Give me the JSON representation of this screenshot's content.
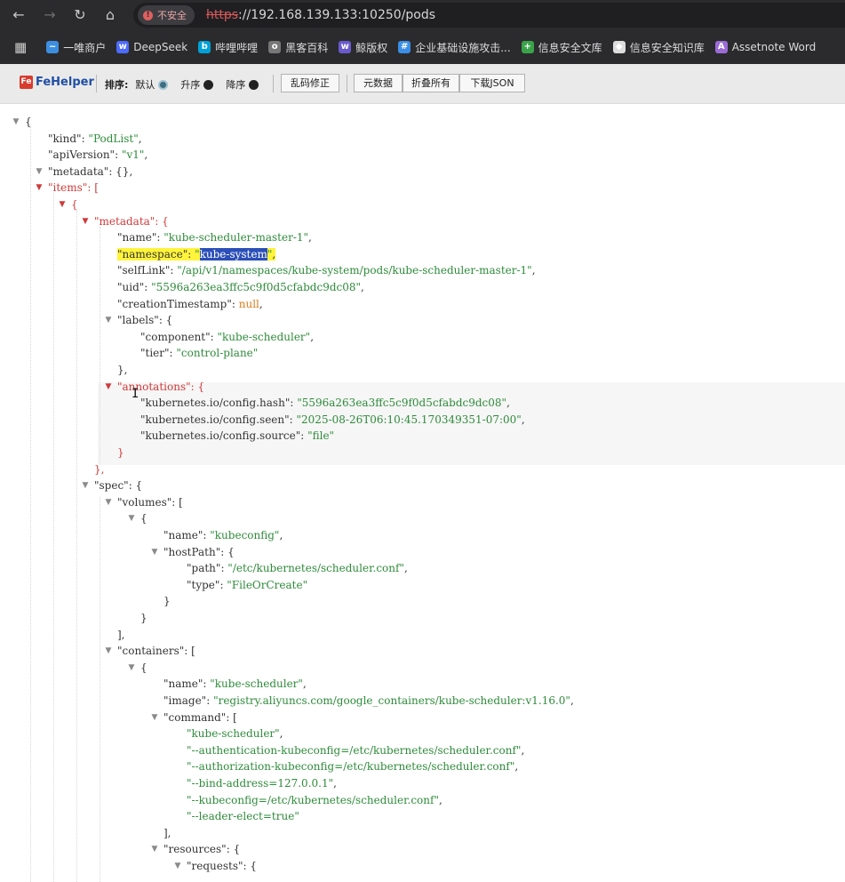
{
  "browser": {
    "url_scheme": "https",
    "url_rest": "://192.168.139.133:10250/pods",
    "security_label": "不安全",
    "bookmarks": [
      {
        "label": "一唯商户",
        "icon": "wave-icon",
        "color": "#3c8fe0"
      },
      {
        "label": "DeepSeek",
        "icon": "whale-icon",
        "color": "#4d6bfe"
      },
      {
        "label": "哔哩哔哩",
        "icon": "tv-icon",
        "color": "#00a1d6"
      },
      {
        "label": "黑客百科",
        "icon": "globe-icon",
        "color": "#777777"
      },
      {
        "label": "鲸版权",
        "icon": "whale-icon",
        "color": "#6a5acd"
      },
      {
        "label": "企业基础设施攻击...",
        "icon": "cube-icon",
        "color": "#3a8ee6"
      },
      {
        "label": "信息安全文库",
        "icon": "shield-icon",
        "color": "#3aa34a"
      },
      {
        "label": "信息安全知识库",
        "icon": "diamond-icon",
        "color": "#dddddd"
      },
      {
        "label": "Assetnote Word",
        "icon": "triangle-icon",
        "color": "#9b6bd6"
      }
    ]
  },
  "toolbar": {
    "logo_text": "FeHelper",
    "sort_label": "排序:",
    "sort_options": [
      {
        "label": "默认",
        "selected": true
      },
      {
        "label": "升序",
        "selected": false
      },
      {
        "label": "降序",
        "selected": false
      }
    ],
    "buttons": {
      "fix_encoding": "乱码修正",
      "metadata": "元数据",
      "collapse_all": "折叠所有",
      "download_json": "下载JSON"
    }
  },
  "json_lines": [
    {
      "toggle": "open",
      "red": false,
      "parts": [
        {
          "t": "pun",
          "v": "{"
        }
      ]
    },
    {
      "parts": [
        {
          "t": "key",
          "v": "\"kind\""
        },
        {
          "t": "pun",
          "v": ": "
        },
        {
          "t": "str",
          "v": "\"PodList\""
        },
        {
          "t": "pun",
          "v": ","
        }
      ]
    },
    {
      "parts": [
        {
          "t": "key",
          "v": "\"apiVersion\""
        },
        {
          "t": "pun",
          "v": ": "
        },
        {
          "t": "str",
          "v": "\"v1\""
        },
        {
          "t": "pun",
          "v": ","
        }
      ]
    },
    {
      "toggle": "open",
      "red": false,
      "parts": [
        {
          "t": "key",
          "v": "\"metadata\""
        },
        {
          "t": "pun",
          "v": ": {},"
        }
      ]
    },
    {
      "toggle": "open",
      "red": true,
      "parts": [
        {
          "t": "key",
          "v": "\"items\""
        },
        {
          "t": "pun",
          "v": ": ["
        }
      ]
    },
    {
      "toggle": "open",
      "red": true,
      "parts": [
        {
          "t": "pun",
          "v": "{"
        }
      ]
    },
    {
      "toggle": "open",
      "red": true,
      "parts": [
        {
          "t": "key",
          "v": "\"metadata\""
        },
        {
          "t": "pun",
          "v": ": {"
        }
      ]
    },
    {
      "parts": [
        {
          "t": "key",
          "v": "\"name\""
        },
        {
          "t": "pun",
          "v": ": "
        },
        {
          "t": "str",
          "v": "\"kube-scheduler-master-1\""
        },
        {
          "t": "pun",
          "v": ","
        }
      ]
    },
    {
      "parts": [
        {
          "t": "key",
          "v": "\"namespace\"",
          "hl": "yellow"
        },
        {
          "t": "pun",
          "v": ": ",
          "hl": "yellow"
        },
        {
          "t": "str",
          "v": "\"",
          "hl": "yellow"
        },
        {
          "t": "str",
          "v": "kube-system",
          "hl": "sel"
        },
        {
          "t": "str",
          "v": "\"",
          "hl": "yellow"
        },
        {
          "t": "pun",
          "v": ",",
          "hl": "yellow"
        }
      ]
    },
    {
      "parts": [
        {
          "t": "key",
          "v": "\"selfLink\""
        },
        {
          "t": "pun",
          "v": ": "
        },
        {
          "t": "str",
          "v": "\"/api/v1/namespaces/kube-system/pods/kube-scheduler-master-1\""
        },
        {
          "t": "pun",
          "v": ","
        }
      ]
    },
    {
      "parts": [
        {
          "t": "key",
          "v": "\"uid\""
        },
        {
          "t": "pun",
          "v": ": "
        },
        {
          "t": "str",
          "v": "\"5596a263ea3ffc5c9f0d5cfabdc9dc08\""
        },
        {
          "t": "pun",
          "v": ","
        }
      ]
    },
    {
      "parts": [
        {
          "t": "key",
          "v": "\"creationTimestamp\""
        },
        {
          "t": "pun",
          "v": ": "
        },
        {
          "t": "nul",
          "v": "null"
        },
        {
          "t": "pun",
          "v": ","
        }
      ]
    },
    {
      "toggle": "open",
      "red": false,
      "parts": [
        {
          "t": "key",
          "v": "\"labels\""
        },
        {
          "t": "pun",
          "v": ": {"
        }
      ]
    },
    {
      "parts": [
        {
          "t": "key",
          "v": "\"component\""
        },
        {
          "t": "pun",
          "v": ": "
        },
        {
          "t": "str",
          "v": "\"kube-scheduler\""
        },
        {
          "t": "pun",
          "v": ","
        }
      ]
    },
    {
      "parts": [
        {
          "t": "key",
          "v": "\"tier\""
        },
        {
          "t": "pun",
          "v": ": "
        },
        {
          "t": "str",
          "v": "\"control-plane\""
        }
      ]
    },
    {
      "parts": [
        {
          "t": "pun",
          "v": "},"
        }
      ]
    },
    {
      "toggle": "open",
      "red": true,
      "parts": [
        {
          "t": "key",
          "v": "\"annotations\"",
          "red": true
        },
        {
          "t": "pun",
          "v": ": {",
          "red": true
        }
      ]
    },
    {
      "parts": [
        {
          "t": "key",
          "v": "\"kubernetes.io/config.hash\""
        },
        {
          "t": "pun",
          "v": ": "
        },
        {
          "t": "str",
          "v": "\"5596a263ea3ffc5c9f0d5cfabdc9dc08\""
        },
        {
          "t": "pun",
          "v": ","
        }
      ]
    },
    {
      "parts": [
        {
          "t": "key",
          "v": "\"kubernetes.io/config.seen\""
        },
        {
          "t": "pun",
          "v": ": "
        },
        {
          "t": "str",
          "v": "\"2025-08-26T06:10:45.170349351-07:00\""
        },
        {
          "t": "pun",
          "v": ","
        }
      ]
    },
    {
      "parts": [
        {
          "t": "key",
          "v": "\"kubernetes.io/config.source\""
        },
        {
          "t": "pun",
          "v": ": "
        },
        {
          "t": "str",
          "v": "\"file\""
        }
      ]
    },
    {
      "parts": [
        {
          "t": "pun",
          "v": "}",
          "red": true
        }
      ]
    },
    {
      "parts": [
        {
          "t": "pun",
          "v": "},",
          "red": true
        }
      ]
    },
    {
      "toggle": "open",
      "red": false,
      "parts": [
        {
          "t": "key",
          "v": "\"spec\""
        },
        {
          "t": "pun",
          "v": ": {"
        }
      ]
    },
    {
      "toggle": "open",
      "red": false,
      "parts": [
        {
          "t": "key",
          "v": "\"volumes\""
        },
        {
          "t": "pun",
          "v": ": ["
        }
      ]
    },
    {
      "toggle": "open",
      "red": false,
      "parts": [
        {
          "t": "pun",
          "v": "{"
        }
      ]
    },
    {
      "parts": [
        {
          "t": "key",
          "v": "\"name\""
        },
        {
          "t": "pun",
          "v": ": "
        },
        {
          "t": "str",
          "v": "\"kubeconfig\""
        },
        {
          "t": "pun",
          "v": ","
        }
      ]
    },
    {
      "toggle": "open",
      "red": false,
      "parts": [
        {
          "t": "key",
          "v": "\"hostPath\""
        },
        {
          "t": "pun",
          "v": ": {"
        }
      ]
    },
    {
      "parts": [
        {
          "t": "key",
          "v": "\"path\""
        },
        {
          "t": "pun",
          "v": ": "
        },
        {
          "t": "str",
          "v": "\"/etc/kubernetes/scheduler.conf\""
        },
        {
          "t": "pun",
          "v": ","
        }
      ]
    },
    {
      "parts": [
        {
          "t": "key",
          "v": "\"type\""
        },
        {
          "t": "pun",
          "v": ": "
        },
        {
          "t": "str",
          "v": "\"FileOrCreate\""
        }
      ]
    },
    {
      "parts": [
        {
          "t": "pun",
          "v": "}"
        }
      ]
    },
    {
      "parts": [
        {
          "t": "pun",
          "v": "}"
        }
      ]
    },
    {
      "parts": [
        {
          "t": "pun",
          "v": "],"
        }
      ]
    },
    {
      "toggle": "open",
      "red": false,
      "parts": [
        {
          "t": "key",
          "v": "\"containers\""
        },
        {
          "t": "pun",
          "v": ": ["
        }
      ]
    },
    {
      "toggle": "open",
      "red": false,
      "parts": [
        {
          "t": "pun",
          "v": "{"
        }
      ]
    },
    {
      "parts": [
        {
          "t": "key",
          "v": "\"name\""
        },
        {
          "t": "pun",
          "v": ": "
        },
        {
          "t": "str",
          "v": "\"kube-scheduler\""
        },
        {
          "t": "pun",
          "v": ","
        }
      ]
    },
    {
      "parts": [
        {
          "t": "key",
          "v": "\"image\""
        },
        {
          "t": "pun",
          "v": ": "
        },
        {
          "t": "str",
          "v": "\"registry.aliyuncs.com/google_containers/kube-scheduler:v1.16.0\""
        },
        {
          "t": "pun",
          "v": ","
        }
      ]
    },
    {
      "toggle": "open",
      "red": false,
      "parts": [
        {
          "t": "key",
          "v": "\"command\""
        },
        {
          "t": "pun",
          "v": ": ["
        }
      ]
    },
    {
      "parts": [
        {
          "t": "str",
          "v": "\"kube-scheduler\""
        },
        {
          "t": "pun",
          "v": ","
        }
      ]
    },
    {
      "parts": [
        {
          "t": "str",
          "v": "\"--authentication-kubeconfig=/etc/kubernetes/scheduler.conf\""
        },
        {
          "t": "pun",
          "v": ","
        }
      ]
    },
    {
      "parts": [
        {
          "t": "str",
          "v": "\"--authorization-kubeconfig=/etc/kubernetes/scheduler.conf\""
        },
        {
          "t": "pun",
          "v": ","
        }
      ]
    },
    {
      "parts": [
        {
          "t": "str",
          "v": "\"--bind-address=127.0.0.1\""
        },
        {
          "t": "pun",
          "v": ","
        }
      ]
    },
    {
      "parts": [
        {
          "t": "str",
          "v": "\"--kubeconfig=/etc/kubernetes/scheduler.conf\""
        },
        {
          "t": "pun",
          "v": ","
        }
      ]
    },
    {
      "parts": [
        {
          "t": "str",
          "v": "\"--leader-elect=true\""
        }
      ]
    },
    {
      "parts": [
        {
          "t": "pun",
          "v": "],"
        }
      ]
    },
    {
      "toggle": "open",
      "red": false,
      "parts": [
        {
          "t": "key",
          "v": "\"resources\""
        },
        {
          "t": "pun",
          "v": ": {"
        }
      ]
    },
    {
      "toggle": "open",
      "red": false,
      "parts": [
        {
          "t": "key",
          "v": "\"requests\""
        },
        {
          "t": "pun",
          "v": ": {"
        }
      ]
    }
  ]
}
